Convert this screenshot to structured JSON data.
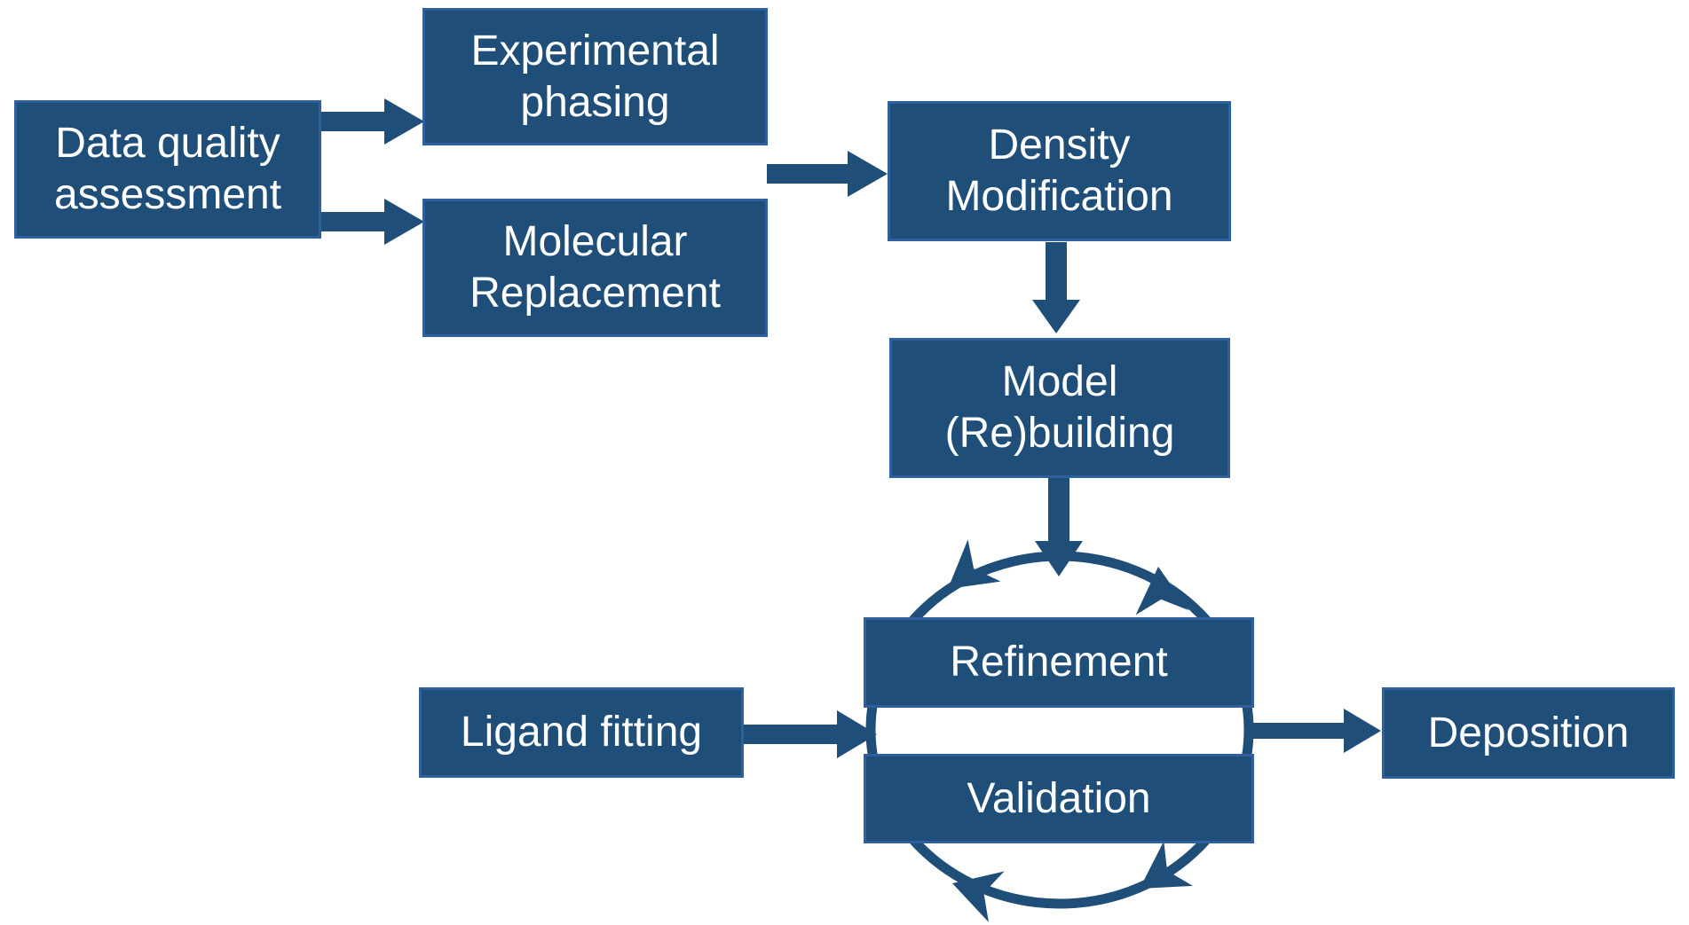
{
  "colors": {
    "box_fill": "#1f4e79",
    "box_border": "#2e5f9e",
    "arrow": "#1f4e79",
    "text": "#ffffff",
    "background": "#ffffff"
  },
  "nodes": [
    {
      "id": "data-quality-assessment",
      "label": "Data quality\nassessment"
    },
    {
      "id": "experimental-phasing",
      "label": "Experimental\nphasing"
    },
    {
      "id": "molecular-replacement",
      "label": "Molecular\nReplacement"
    },
    {
      "id": "density-modification",
      "label": "Density\nModification"
    },
    {
      "id": "model-rebuilding",
      "label": "Model\n(Re)building"
    },
    {
      "id": "refinement",
      "label": "Refinement"
    },
    {
      "id": "validation",
      "label": "Validation"
    },
    {
      "id": "ligand-fitting",
      "label": "Ligand fitting"
    },
    {
      "id": "deposition",
      "label": "Deposition"
    }
  ],
  "edges": [
    {
      "from": "data-quality-assessment",
      "to": "experimental-phasing"
    },
    {
      "from": "data-quality-assessment",
      "to": "molecular-replacement"
    },
    {
      "from": [
        "experimental-phasing",
        "molecular-replacement"
      ],
      "to": "density-modification"
    },
    {
      "from": "density-modification",
      "to": "model-rebuilding"
    },
    {
      "from": "model-rebuilding",
      "to": "refinement-validation-cycle"
    },
    {
      "from": "ligand-fitting",
      "to": "refinement-validation-cycle"
    },
    {
      "from": "refinement-validation-cycle",
      "to": "deposition"
    },
    {
      "from": "refinement",
      "to": "validation",
      "type": "iterative-cycle"
    }
  ]
}
